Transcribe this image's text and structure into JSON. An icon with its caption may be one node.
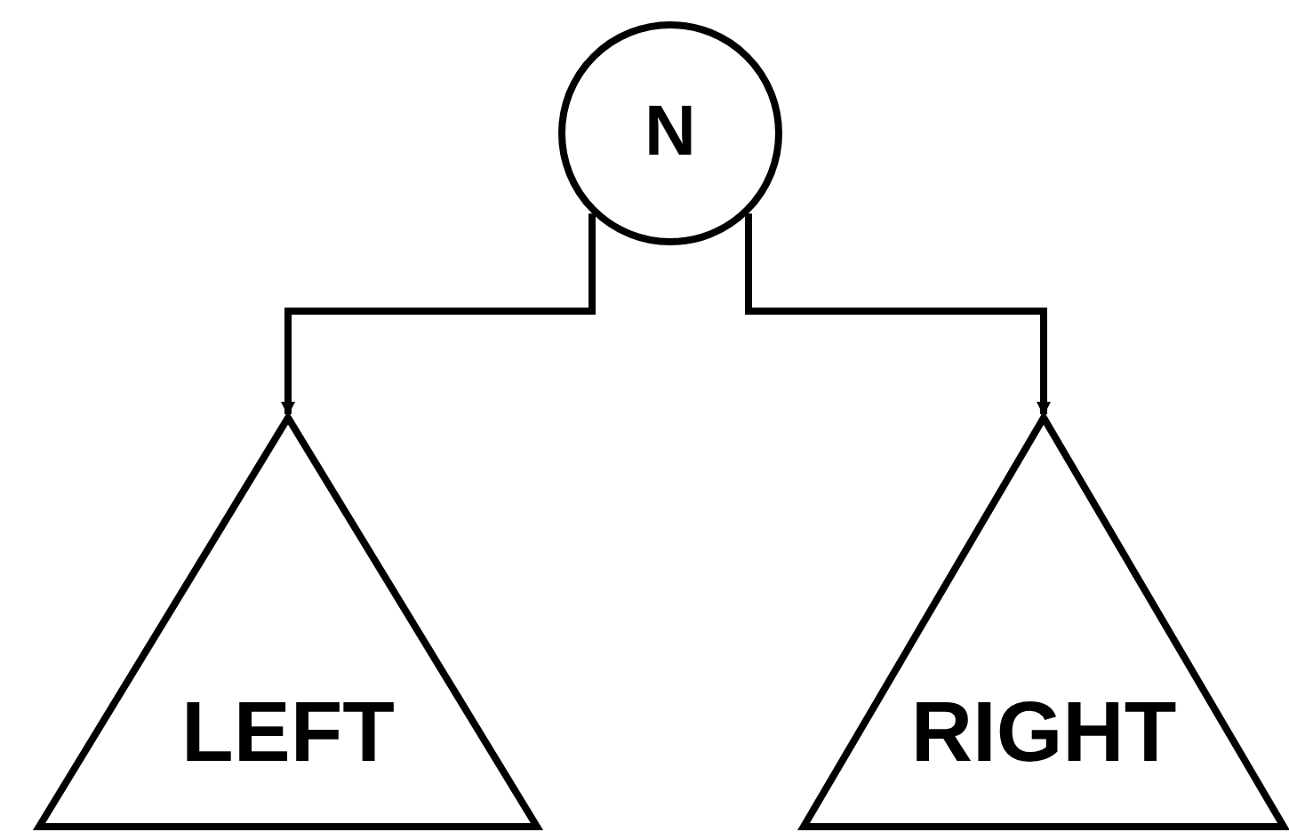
{
  "diagram": {
    "nodes": [
      {
        "text": [
          "N"
        ]
      },
      {
        "text": [
          "LEFT"
        ]
      },
      {
        "text": [
          "RIGHT"
        ]
      }
    ],
    "edges": [
      {
        "from": 0,
        "to": 1,
        "arrow": "to"
      },
      {
        "from": 0,
        "to": 2,
        "arrow": "to"
      }
    ]
  }
}
